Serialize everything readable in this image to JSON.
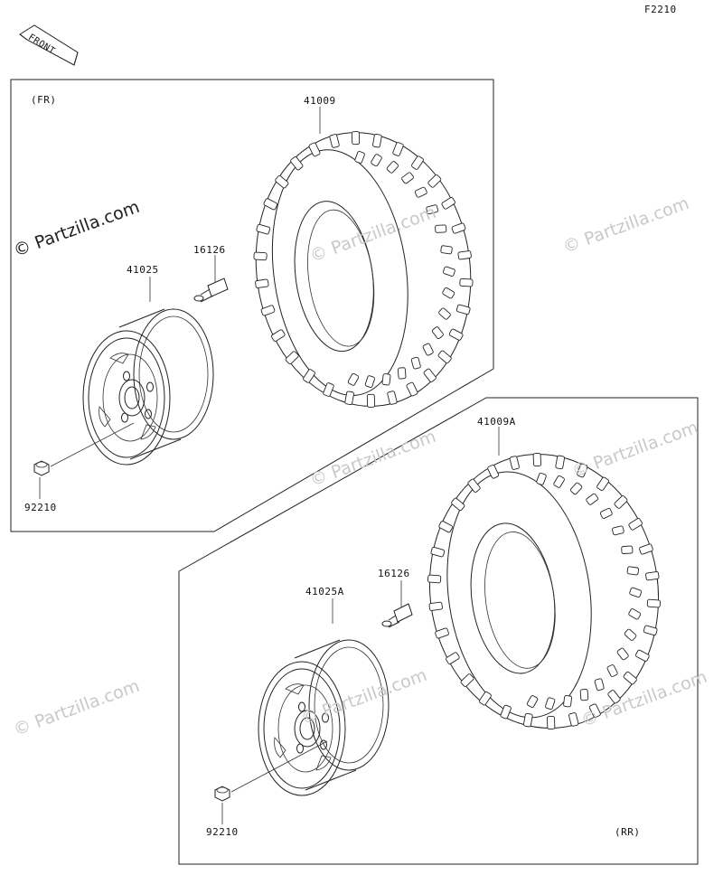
{
  "diagram": {
    "code": "F2210",
    "front_badge": "FRONT",
    "front_group": {
      "position_label": "(FR)",
      "tire_part": "41009",
      "wheel_part": "41025",
      "valve_part": "16126",
      "nut_part": "92210"
    },
    "rear_group": {
      "position_label": "(RR)",
      "tire_part": "41009A",
      "wheel_part": "41025A",
      "valve_part": "16126",
      "nut_part": "92210"
    },
    "watermark": "© Partzilla.com",
    "colors": {
      "line": "#222222",
      "watermark": "#c9c9c9",
      "background": "#ffffff"
    }
  }
}
